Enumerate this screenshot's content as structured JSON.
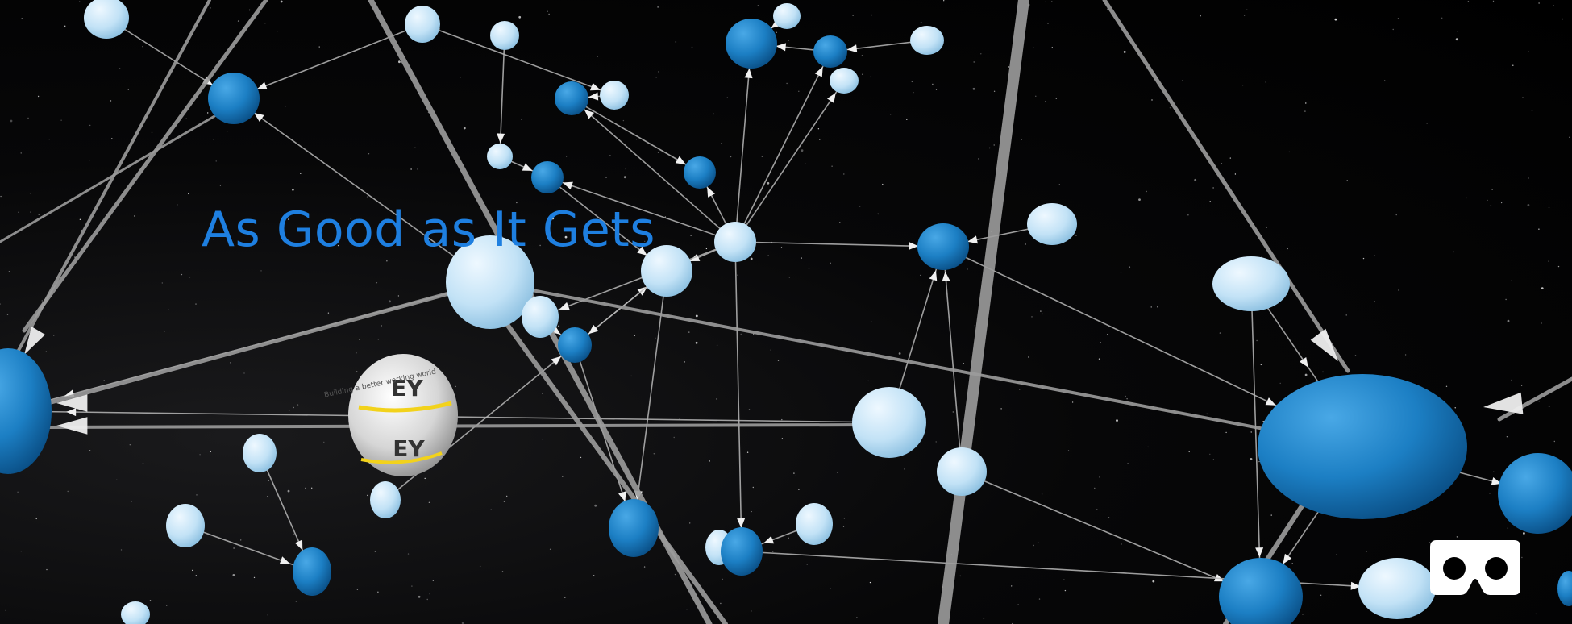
{
  "app": {
    "focused_node_label": "As Good as It Gets"
  },
  "logo_sphere": {
    "brand": "EY",
    "tagline": "Building a better working world"
  },
  "controls": {
    "vr_button_icon": "vr-headset-icon"
  },
  "colors": {
    "background": "#000000",
    "node_dark": "#1c7fc4",
    "node_light": "#c9e6f7",
    "edge": "#b8b8b8",
    "label": "#1e7fe0",
    "logo_accent": "#f2d21b"
  }
}
